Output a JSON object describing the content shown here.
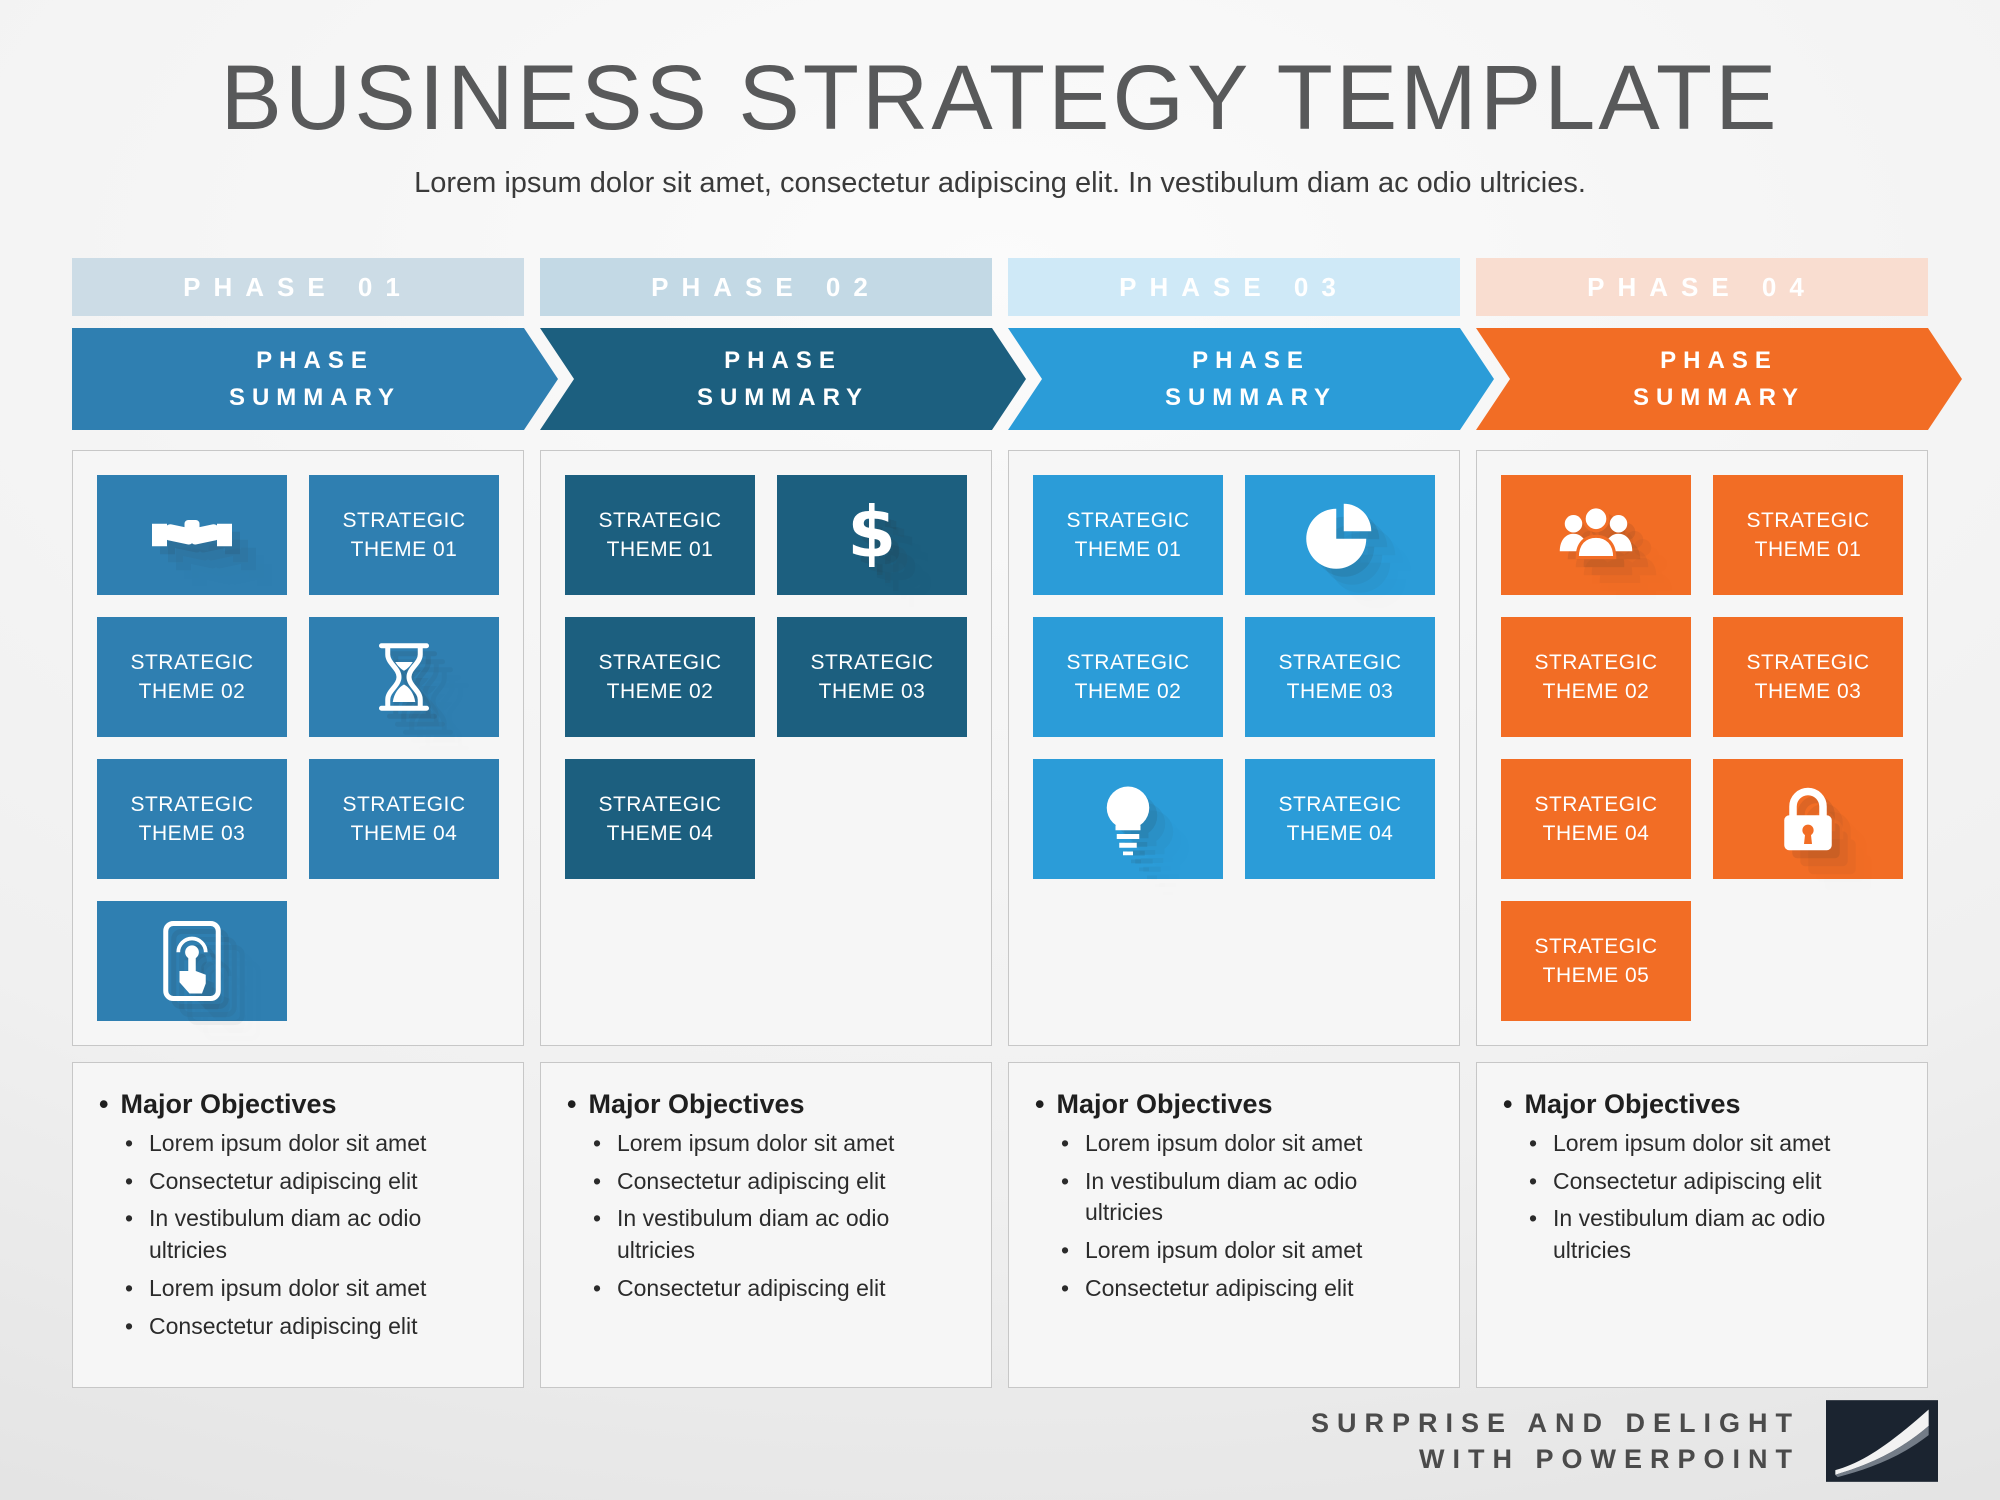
{
  "header": {
    "title": "BUSINESS STRATEGY TEMPLATE",
    "subtitle": "Lorem ipsum dolor sit amet, consectetur adipiscing elit. In vestibulum diam ac odio ultricies."
  },
  "footer": {
    "line1": "SURPRISE AND DELIGHT",
    "line2": "WITH POWERPOINT",
    "logo": "road-swoosh-logo",
    "logo_bg_color": "#1b2430"
  },
  "phases": [
    {
      "band_label": "PHASE 01",
      "summary_label": "PHASE SUMMARY",
      "accent_color": "#2f7fb1",
      "band_color": "#ccdce6",
      "tiles": [
        {
          "kind": "icon",
          "icon": "handshake-icon"
        },
        {
          "kind": "text",
          "label": "STRATEGIC THEME 01"
        },
        {
          "kind": "text",
          "label": "STRATEGIC THEME 02"
        },
        {
          "kind": "icon",
          "icon": "hourglass-icon"
        },
        {
          "kind": "text",
          "label": "STRATEGIC THEME 03"
        },
        {
          "kind": "text",
          "label": "STRATEGIC THEME 04"
        },
        {
          "kind": "icon",
          "icon": "tablet-touch-icon"
        }
      ],
      "objectives_title": "Major Objectives",
      "objectives": [
        "Lorem ipsum dolor sit amet",
        "Consectetur adipiscing elit",
        "In vestibulum diam ac odio ultricies",
        "Lorem ipsum dolor sit amet",
        "Consectetur adipiscing elit"
      ]
    },
    {
      "band_label": "PHASE 02",
      "summary_label": "PHASE SUMMARY",
      "accent_color": "#1c5f7f",
      "band_color": "#c3d9e5",
      "tiles": [
        {
          "kind": "text",
          "label": "STRATEGIC THEME 01"
        },
        {
          "kind": "icon",
          "icon": "dollar-icon"
        },
        {
          "kind": "text",
          "label": "STRATEGIC THEME 02"
        },
        {
          "kind": "text",
          "label": "STRATEGIC THEME 03"
        },
        {
          "kind": "text",
          "label": "STRATEGIC THEME 04"
        }
      ],
      "objectives_title": "Major Objectives",
      "objectives": [
        "Lorem ipsum dolor sit amet",
        "Consectetur adipiscing elit",
        "In vestibulum diam ac odio ultricies",
        "Consectetur adipiscing elit"
      ]
    },
    {
      "band_label": "PHASE 03",
      "summary_label": "PHASE SUMMARY",
      "accent_color": "#2b9cd8",
      "band_color": "#cfe9f7",
      "tiles": [
        {
          "kind": "text",
          "label": "STRATEGIC THEME 01"
        },
        {
          "kind": "icon",
          "icon": "pie-chart-icon"
        },
        {
          "kind": "text",
          "label": "STRATEGIC THEME 02"
        },
        {
          "kind": "text",
          "label": "STRATEGIC THEME 03"
        },
        {
          "kind": "icon",
          "icon": "lightbulb-icon"
        },
        {
          "kind": "text",
          "label": "STRATEGIC THEME 04"
        }
      ],
      "objectives_title": "Major Objectives",
      "objectives": [
        "Lorem ipsum dolor sit amet",
        "In vestibulum diam ac odio ultricies",
        "Lorem ipsum dolor sit amet",
        "Consectetur adipiscing elit"
      ]
    },
    {
      "band_label": "PHASE 04",
      "summary_label": "PHASE SUMMARY",
      "accent_color": "#f26d25",
      "band_color": "#f9ddd0",
      "tiles": [
        {
          "kind": "icon",
          "icon": "people-icon"
        },
        {
          "kind": "text",
          "label": "STRATEGIC THEME 01"
        },
        {
          "kind": "text",
          "label": "STRATEGIC THEME 02"
        },
        {
          "kind": "text",
          "label": "STRATEGIC THEME 03"
        },
        {
          "kind": "text",
          "label": "STRATEGIC THEME 04"
        },
        {
          "kind": "icon",
          "icon": "lock-icon"
        },
        {
          "kind": "text",
          "label": "STRATEGIC THEME 05"
        }
      ],
      "objectives_title": "Major Objectives",
      "objectives": [
        "Lorem ipsum dolor sit amet",
        "Consectetur adipiscing elit",
        "In vestibulum diam ac odio ultricies"
      ]
    }
  ]
}
